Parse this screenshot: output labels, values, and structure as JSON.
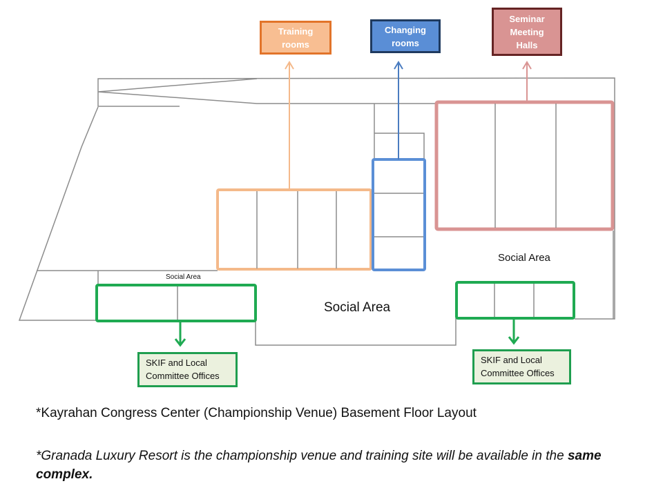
{
  "colors": {
    "training_fill": "#f8be92",
    "training_border": "#e2742a",
    "training_outline": "#f4b98a",
    "changing_fill": "#5a8ed6",
    "changing_border": "#1f3a5f",
    "changing_outline": "#5b8fd6",
    "seminar_fill": "#d99493",
    "seminar_border": "#652424",
    "seminar_outline": "#d99493",
    "office_fill": "#ebf1de",
    "office_border": "#1f9e4f",
    "wall": "#8c8c8c"
  },
  "callouts": {
    "training": "Training rooms",
    "changing": "Changing rooms",
    "seminar": "Seminar Meeting Halls"
  },
  "rooms": {
    "training_room_count": 4,
    "changing_room_count": 3,
    "seminar_hall_count": 3,
    "office_left_count": 2,
    "office_right_count": 3
  },
  "areas": {
    "social_small": "Social Area",
    "social_middle": "Social Area",
    "social_right": "Social Area"
  },
  "offices": {
    "left": "SKIF and Local Committee Offices",
    "right": "SKIF and Local Committee Offices"
  },
  "notes": {
    "layout_caption": "*Kayrahan Congress Center (Championship Venue) Basement Floor Layout",
    "resort_note_prefix": "*Granada Luxury Resort is the championship venue and training site will be available in the ",
    "resort_note_bold": "same complex."
  }
}
